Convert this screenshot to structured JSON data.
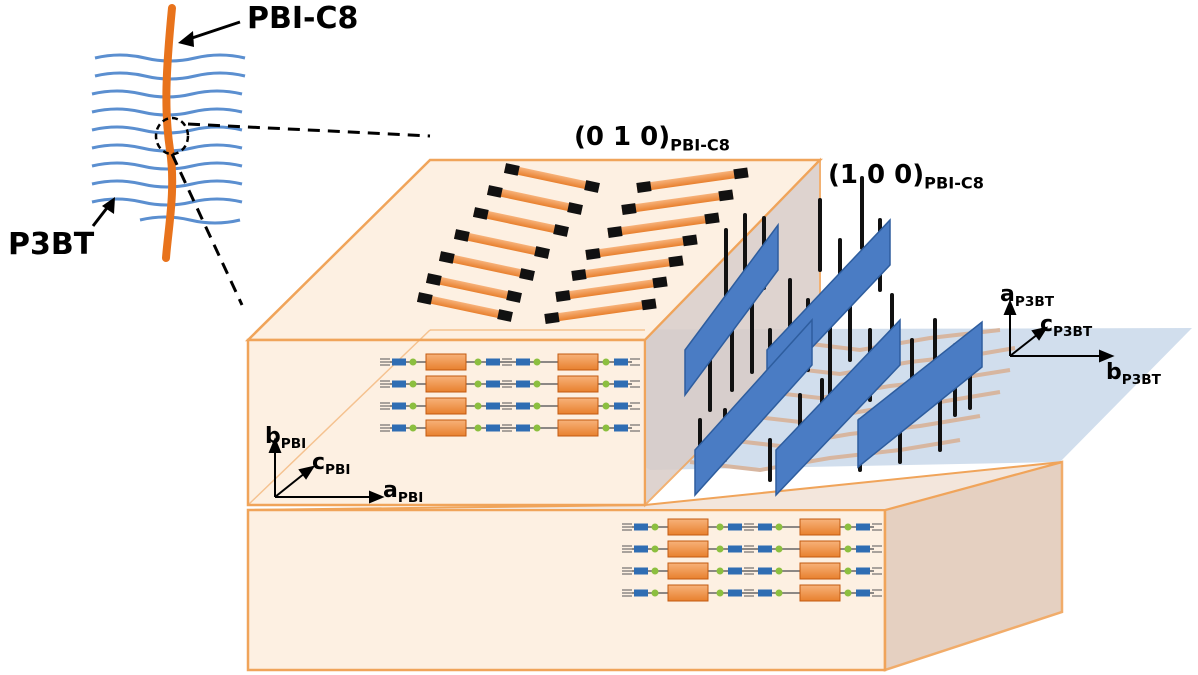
{
  "labels": {
    "pbi_c8": "PBI-C8",
    "p3bt": "P3BT",
    "plane_010": {
      "main": "(0 1 0)",
      "sub": "PBI-C8"
    },
    "plane_100": {
      "main": "(1 0 0)",
      "sub": "PBI-C8"
    },
    "axes_pbi": {
      "b": {
        "main": "b",
        "sub": "PBI"
      },
      "c": {
        "main": "c",
        "sub": "PBI"
      },
      "a": {
        "main": "a",
        "sub": "PBI"
      }
    },
    "axes_p3bt": {
      "a": {
        "main": "a",
        "sub": "P3BT"
      },
      "c": {
        "main": "c",
        "sub": "P3BT"
      },
      "b": {
        "main": "b",
        "sub": "P3BT"
      }
    }
  },
  "colors": {
    "orange": "#e87722",
    "blue": "#4a7cc4",
    "box_fill": "#fdf0e2",
    "box_edge": "#f0a45a",
    "plane_blue": "#c9d8ea",
    "green_dot": "#8cbf3f"
  }
}
